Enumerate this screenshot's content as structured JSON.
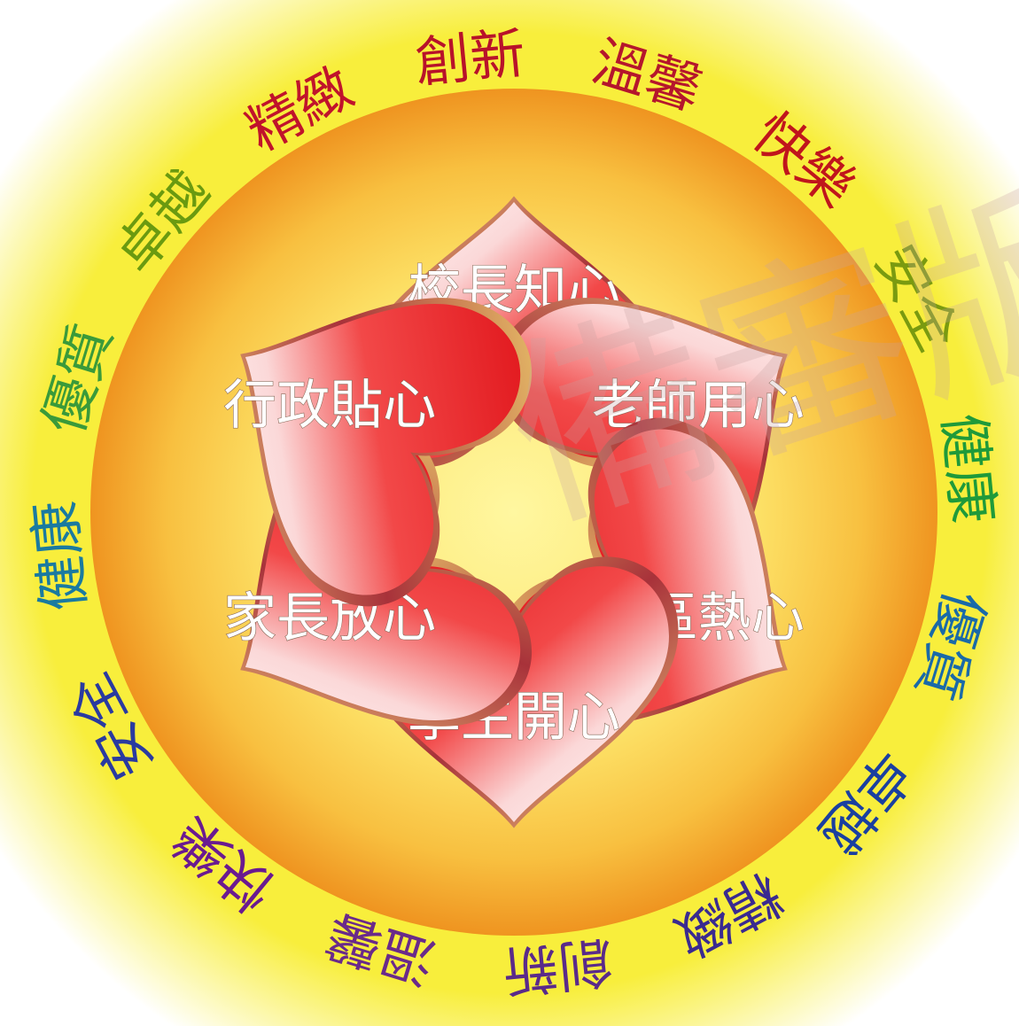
{
  "ring_words": [
    {
      "text": "精緻",
      "color": "#c0132b"
    },
    {
      "text": "創新",
      "color": "#b8122a"
    },
    {
      "text": "溫馨",
      "color": "#b5162c"
    },
    {
      "text": "快樂",
      "color": "#c0151c"
    },
    {
      "text": "安全",
      "color": "#7a9a10"
    },
    {
      "text": "健康",
      "color": "#1f9a3a"
    },
    {
      "text": "優質",
      "color": "#1a6aa8"
    },
    {
      "text": "卓越",
      "color": "#1a3fa0"
    },
    {
      "text": "精緻",
      "color": "#3a2a90"
    },
    {
      "text": "創新",
      "color": "#5a2a8a"
    },
    {
      "text": "溫馨",
      "color": "#6a2a8a"
    },
    {
      "text": "快樂",
      "color": "#6a1a90"
    },
    {
      "text": "安全",
      "color": "#2a3aa0"
    },
    {
      "text": "健康",
      "color": "#1a7aa0"
    },
    {
      "text": "優質",
      "color": "#3a9a3a"
    },
    {
      "text": "卓越",
      "color": "#6a9a10"
    }
  ],
  "hearts": [
    {
      "label": "校長知心"
    },
    {
      "label": "老師用心"
    },
    {
      "label": "社區熱心"
    },
    {
      "label": "學生開心"
    },
    {
      "label": "家長放心"
    },
    {
      "label": "行政貼心"
    }
  ],
  "watermark": "備審版",
  "colors": {
    "outer_yellow": "#f7ef40",
    "ring_orange": "#f3a020",
    "inner_yellow": "#fff27a",
    "heart_red": "#e8141a",
    "heart_highlight": "#ffffff",
    "heart_border": "#d9b25a"
  }
}
